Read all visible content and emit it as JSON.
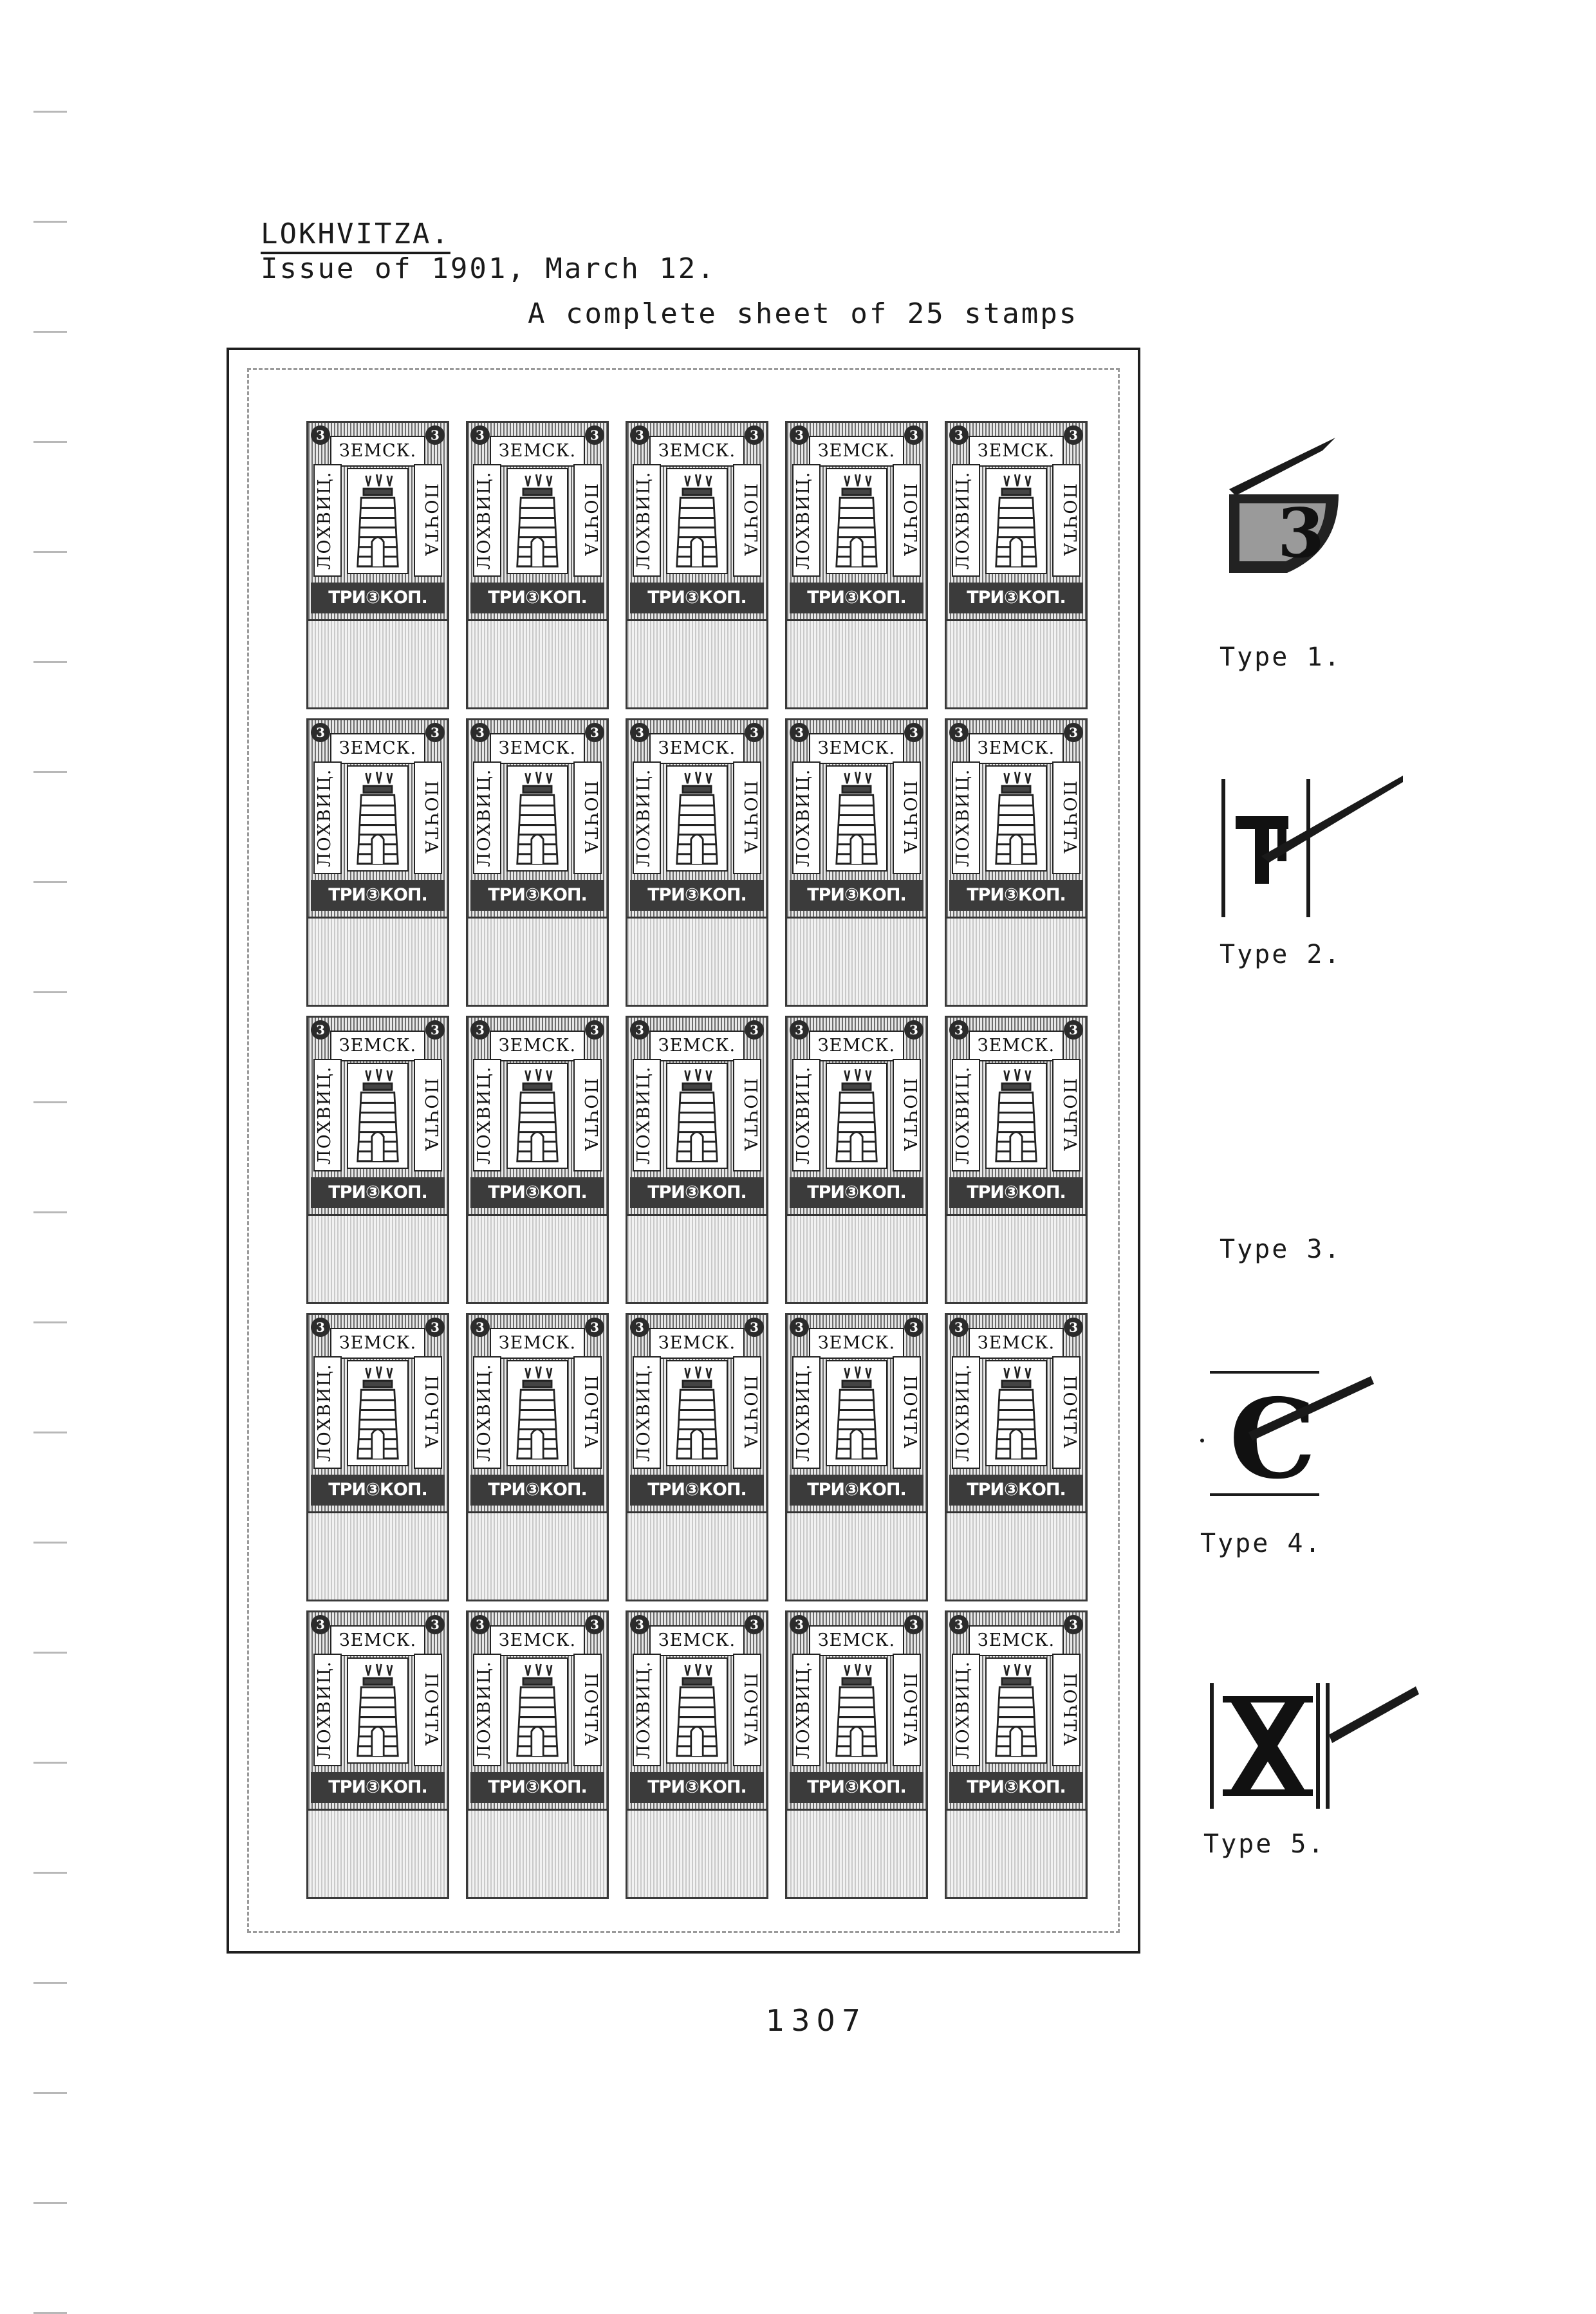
{
  "heading": {
    "place": "LOKHVITZA.",
    "issue": "Issue of 1901, March 12.",
    "caption": "A complete sheet of 25 stamps"
  },
  "stamp": {
    "top_text": "ЗЕМСК.",
    "left_text": "ЛОХВИЦ.",
    "right_text": "ПОЧТА",
    "value_text": "ТРИ③КОП.",
    "corner_numeral": "3",
    "rows": 5,
    "columns": 5
  },
  "types": [
    {
      "label": "Type 1.",
      "glyph": "3"
    },
    {
      "label": "Type 2.",
      "glyph": "T"
    },
    {
      "label": "Type 3.",
      "glyph": ""
    },
    {
      "label": "Type 4.",
      "glyph": "C"
    },
    {
      "label": "Type 5.",
      "glyph": "X"
    }
  ],
  "page_number": "1307"
}
